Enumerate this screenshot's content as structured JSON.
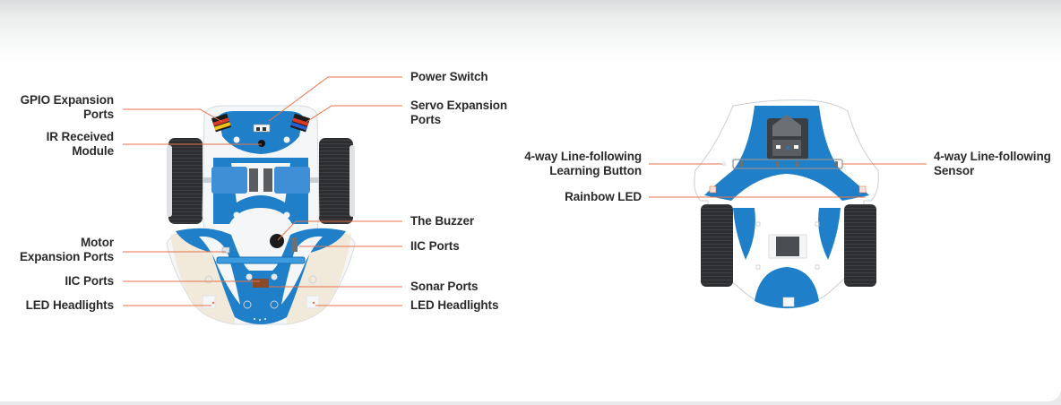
{
  "title": "Robot car component diagram",
  "colors": {
    "accent_line": "#e8734a",
    "board_blue": "#1f7fc8",
    "label_text": "#2a2a2a"
  },
  "top_view": {
    "left_labels": [
      {
        "lines": [
          "GPIO Expansion",
          "Ports"
        ]
      },
      {
        "lines": [
          "IR Received",
          "Module"
        ]
      },
      {
        "lines": [
          "Motor",
          "Expansion Ports"
        ]
      },
      {
        "lines": [
          "IIC Ports"
        ]
      },
      {
        "lines": [
          "LED Headlights"
        ]
      }
    ],
    "right_labels": [
      {
        "lines": [
          "Power Switch"
        ]
      },
      {
        "lines": [
          "Servo Expansion",
          "Ports"
        ]
      },
      {
        "lines": [
          "The Buzzer"
        ]
      },
      {
        "lines": [
          "IIC Ports"
        ]
      },
      {
        "lines": [
          "Sonar Ports"
        ]
      },
      {
        "lines": [
          "LED Headlights"
        ]
      }
    ]
  },
  "bottom_view": {
    "left_labels": [
      {
        "lines": [
          "4-way Line-following",
          "Learning Button"
        ]
      },
      {
        "lines": [
          "Rainbow LED"
        ]
      }
    ],
    "right_labels": [
      {
        "lines": [
          "4-way Line-following",
          "Sensor"
        ]
      }
    ]
  }
}
